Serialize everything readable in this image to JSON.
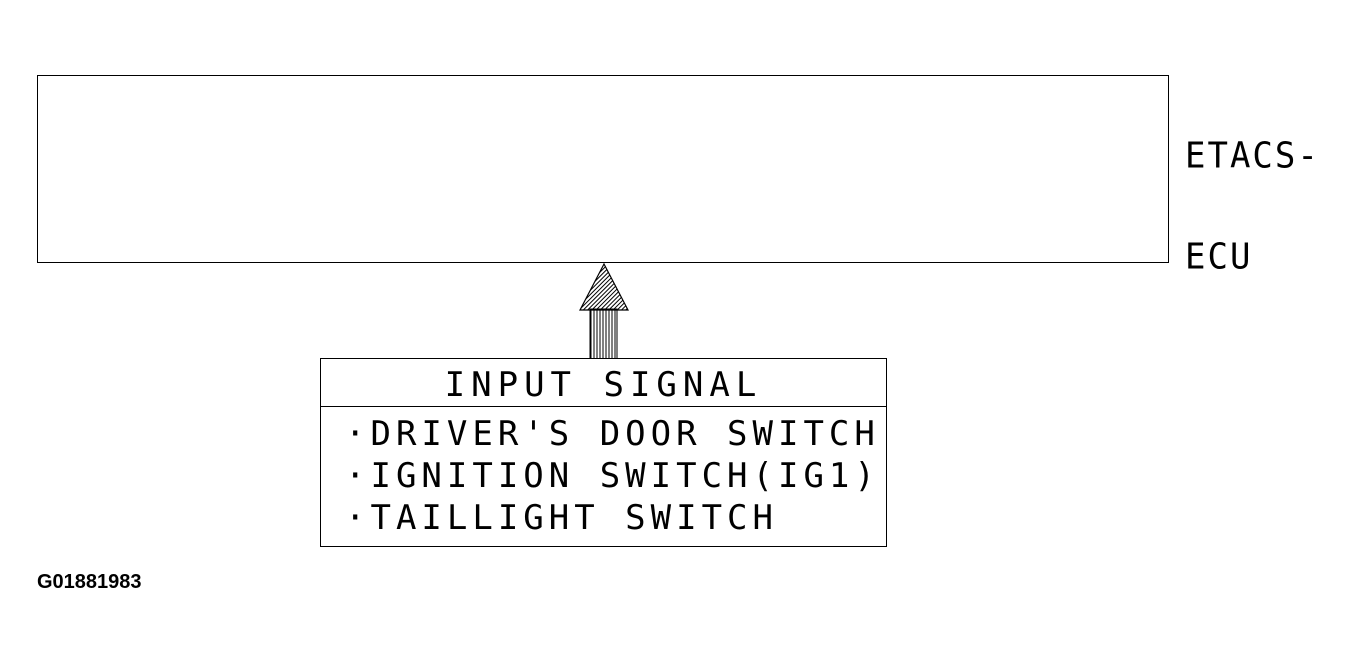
{
  "ecu": {
    "label_line1": "ETACS-",
    "label_line2": "ECU"
  },
  "input_signal": {
    "title": "INPUT SIGNAL",
    "items": [
      "·DRIVER'S DOOR SWITCH",
      "·IGNITION SWITCH(IG1)",
      "·TAILLIGHT SWITCH"
    ]
  },
  "figure_id": "G01881983",
  "colors": {
    "line": "#000000",
    "background": "#ffffff"
  }
}
